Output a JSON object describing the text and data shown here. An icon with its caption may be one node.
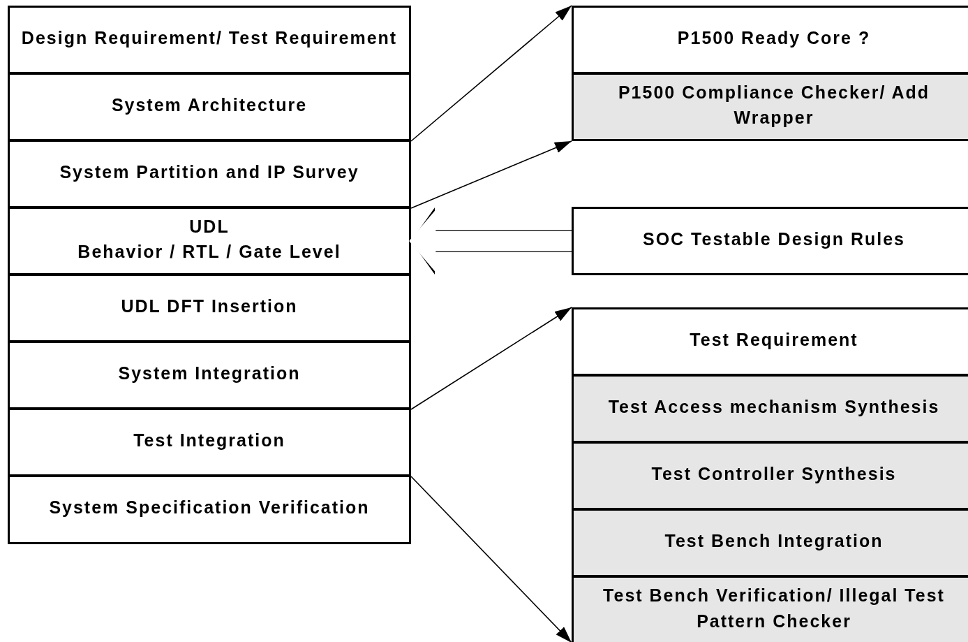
{
  "diagram": {
    "nodes": [
      {
        "text": [
          "Design Requirement/ Test Requirement"
        ]
      },
      {
        "text": [
          "System Architecture"
        ]
      },
      {
        "text": [
          "System Partition and IP Survey"
        ]
      },
      {
        "text": [
          "UDL",
          "Behavior / RTL / Gate Level"
        ]
      },
      {
        "text": [
          "UDL DFT Insertion"
        ]
      },
      {
        "text": [
          "System Integration"
        ]
      },
      {
        "text": [
          "Test Integration"
        ]
      },
      {
        "text": [
          "System Specification Verification"
        ]
      },
      {
        "text": [
          "P1500 Ready Core ?"
        ]
      },
      {
        "text": [
          "P1500 Compliance Checker/ Add Wrapper"
        ]
      },
      {
        "text": [
          "SOC Testable Design Rules"
        ]
      },
      {
        "text": [
          "Test Requirement"
        ]
      },
      {
        "text": [
          "Test Access mechanism Synthesis"
        ]
      },
      {
        "text": [
          "Test Controller Synthesis"
        ]
      },
      {
        "text": [
          "Test Bench Integration"
        ]
      },
      {
        "text": [
          "Test Bench Verification/ Illegal Test Pattern Checker"
        ]
      }
    ],
    "edges": [
      {
        "from": 1,
        "to": 8,
        "arrow": "to"
      },
      {
        "from": 2,
        "to": 9,
        "arrow": "to"
      },
      {
        "from": 10,
        "to": 3,
        "arrow": "to",
        "style": "thick"
      },
      {
        "from": 5,
        "to": 11,
        "arrow": "to"
      },
      {
        "from": 6,
        "to": 15,
        "arrow": "to"
      }
    ]
  }
}
